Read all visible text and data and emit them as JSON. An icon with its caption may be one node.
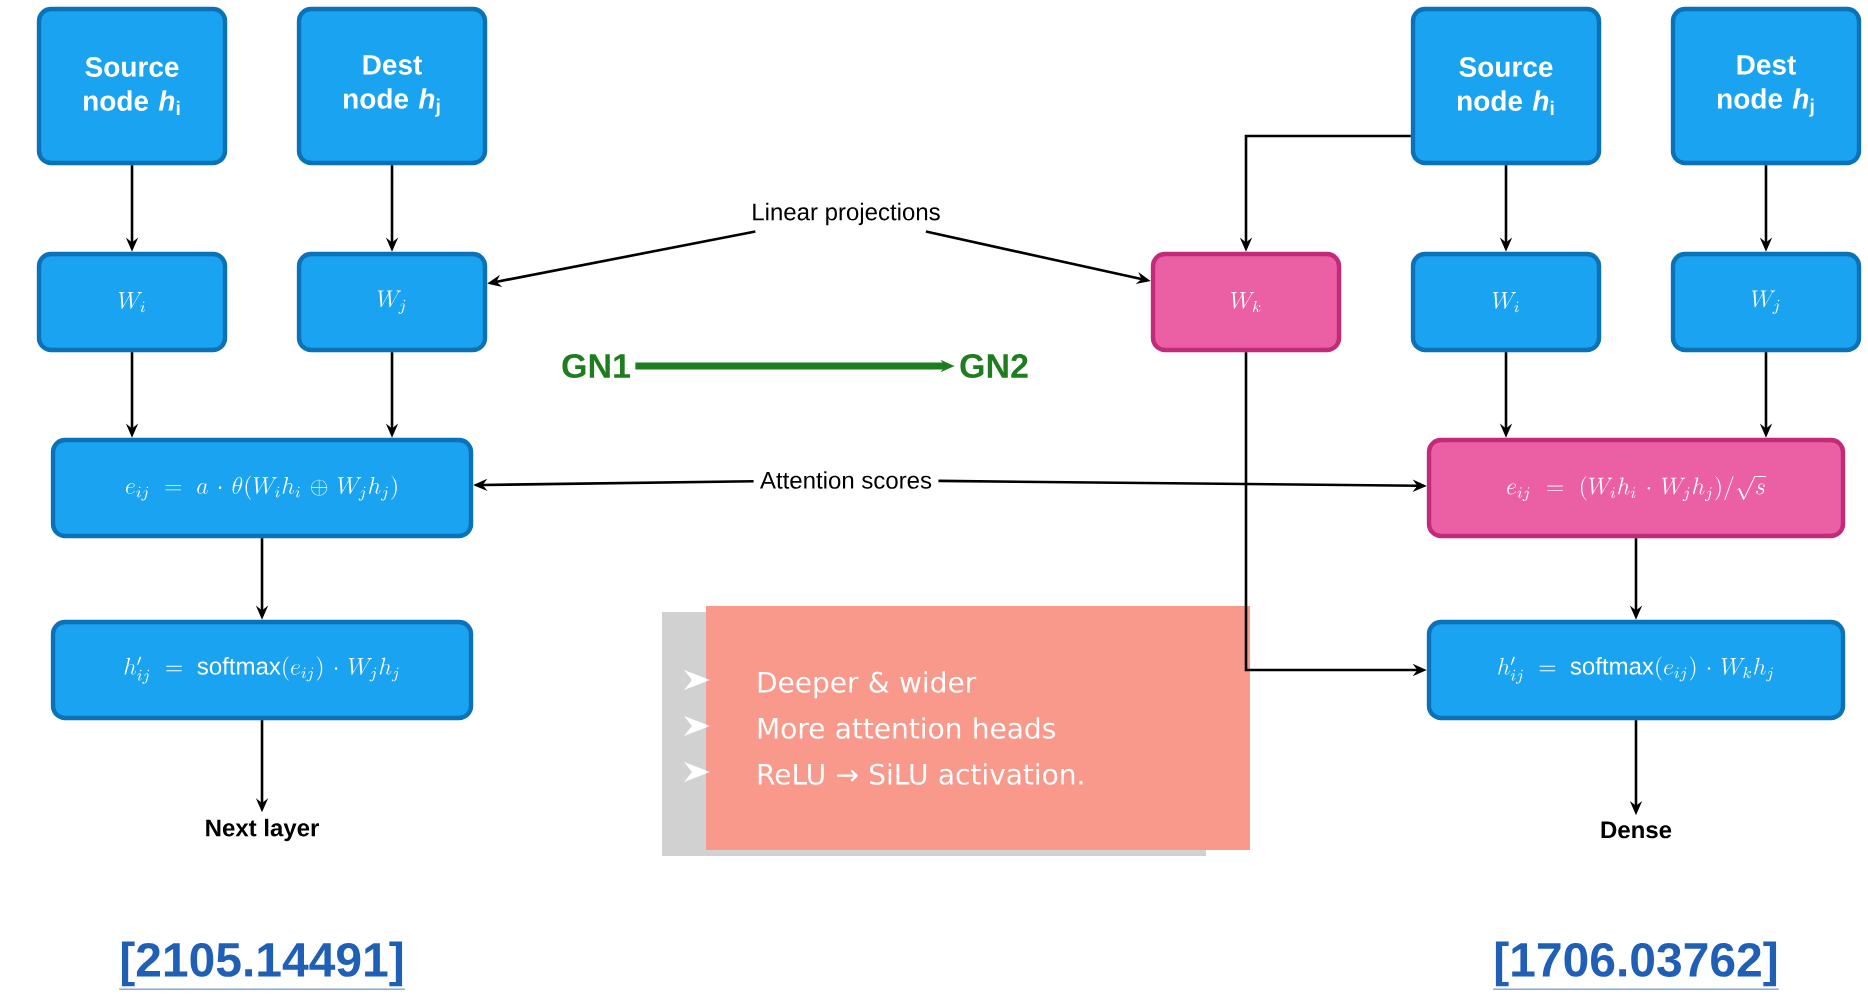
{
  "diagram": {
    "nodes": [
      {
        "text": [
          "Source node *h*$_{i}$"
        ]
      },
      {
        "text": [
          "Dest node *h*$_{j}$"
        ]
      },
      {
        "text": [
          "W_i"
        ]
      },
      {
        "text": [
          "W_j"
        ]
      },
      {
        "text": [
          "e_{ij} = a \\cdot \\theta(W_i h_i \\oplus W_j h_j)"
        ]
      },
      {
        "text": [
          "h'_{ij} = \\mathrm{softmax}(e_{ij}) \\cdot W_j h_j"
        ]
      },
      {
        "text": [
          "Next layer"
        ]
      },
      {
        "text": [
          "Linear projections"
        ]
      },
      {
        "text": [
          "Attention scores"
        ]
      },
      {
        "text": [
          "GN1"
        ]
      },
      {
        "text": [
          "GN2"
        ]
      },
      {
        "text": [
          "Deeper & wider",
          "More attention heads",
          "ReLU → SiLU activation."
        ]
      },
      {
        "text": [
          "Source node *h*$_{i}$"
        ]
      },
      {
        "text": [
          "Dest node *h*$_{j}$"
        ]
      },
      {
        "text": [
          "W_k"
        ]
      },
      {
        "text": [
          "W_i"
        ]
      },
      {
        "text": [
          "W_j"
        ]
      },
      {
        "text": [
          "e_{ij} = (W_i h_i \\cdot W_j h_j)/\\sqrt{s}"
        ]
      },
      {
        "text": [
          "h'_{ij} = \\mathrm{softmax}(e_{ij}) \\cdot W_k h_j"
        ]
      },
      {
        "text": [
          "Dense"
        ]
      }
    ],
    "edges": [
      {
        "from": 0,
        "to": 2,
        "arrow": "to"
      },
      {
        "from": 1,
        "to": 3,
        "arrow": "to"
      },
      {
        "from": 2,
        "to": 4,
        "arrow": "to"
      },
      {
        "from": 3,
        "to": 4,
        "arrow": "to"
      },
      {
        "from": 4,
        "to": 5,
        "arrow": "to"
      },
      {
        "from": 5,
        "to": 6,
        "arrow": "to"
      },
      {
        "from": 7,
        "to": 3,
        "arrow": "to"
      },
      {
        "from": 7,
        "to": 14,
        "arrow": "to"
      },
      {
        "from": 8,
        "to": 4,
        "arrow": "to"
      },
      {
        "from": 8,
        "to": 17,
        "arrow": "to"
      },
      {
        "from": 9,
        "to": 10,
        "arrow": "to",
        "style": "thick",
        "color": "#1e7d1e"
      },
      {
        "from": 12,
        "to": 14,
        "arrow": "to"
      },
      {
        "from": 12,
        "to": 15,
        "arrow": "to"
      },
      {
        "from": 13,
        "to": 16,
        "arrow": "to"
      },
      {
        "from": 15,
        "to": 17,
        "arrow": "to"
      },
      {
        "from": 16,
        "to": 17,
        "arrow": "to"
      },
      {
        "from": 17,
        "to": 18,
        "arrow": "to"
      },
      {
        "from": 14,
        "to": 18,
        "arrow": "to"
      },
      {
        "from": 18,
        "to": 19,
        "arrow": "to"
      }
    ],
    "labels": [
      "[2105.14491]",
      "[1706.03762]"
    ]
  }
}
